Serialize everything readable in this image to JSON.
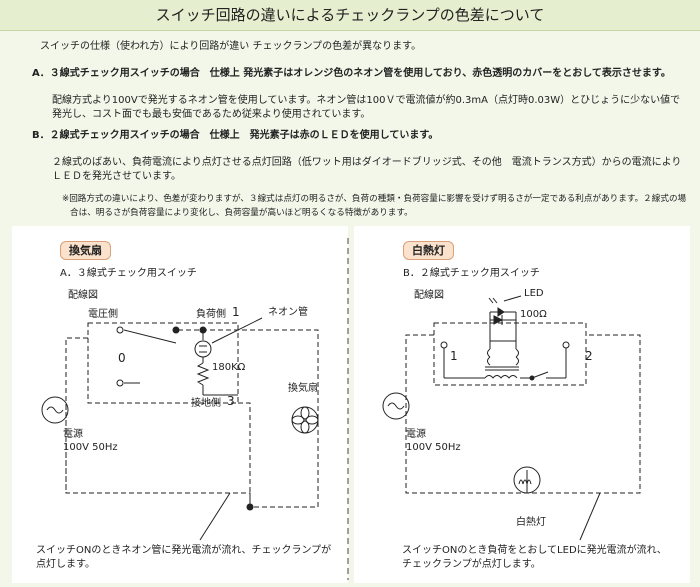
{
  "title": "スイッチ回路の違いによるチェックランプの色差について",
  "intro": "スイッチの仕様（使われ方）により回路が違い チェックランプの色差が異なります。",
  "sectionA": {
    "heading": "A．３線式チェック用スイッチの場合　仕様上 発光素子はオレンジ色のネオン管を使用しており、赤色透明のカバーをとおして表示させます。",
    "line1": "配線方式より100Vで発光するネオン管を使用しています。ネオン管は100Ｖで電流値が約0.3mA（点灯時0.03W）とひじょうに少ない値で",
    "line2": "発光し、コスト面でも最も安価であるため従来より使用されています。"
  },
  "sectionB": {
    "heading": "B．２線式チェック用スイッチの場合　仕様上　発光素子は赤のＬＥＤを使用しています。",
    "line1": "２線式のばあい、負荷電流により点灯させる点灯回路（低ワット用はダイオードブリッジ式、その他　電流トランス方式）からの電流により",
    "line2": "ＬＥＤを発光させています。"
  },
  "note": {
    "line1": "※回路方式の違いにより、色差が変わりますが、３線式は点灯の明るさが、負荷の種類・負荷容量に影響を受けず明るさが一定である利点があります。２線式の場",
    "line2": "合は、明るさが負荷容量により変化し、負荷容量が高いほど明るくなる特徴があります。"
  },
  "left": {
    "tag": "換気扇",
    "subtitle": "A．３線式チェック用スイッチ",
    "wiring": "配線図",
    "voltage_side": "電圧側",
    "load_side": "負荷側",
    "n1": "1",
    "n0": "0",
    "n3": "3",
    "neon": "ネオン管",
    "resistor": "180KΩ",
    "ground_side": "接地側",
    "fan": "換気扇",
    "power": "電源",
    "power_spec": "100V  50Hz",
    "caption1": "スイッチONのときネオン管に発光電流が流れ、チェックランプが",
    "caption2": "点灯します。"
  },
  "right": {
    "tag": "白熱灯",
    "subtitle": "B．２線式チェック用スイッチ",
    "wiring": "配線図",
    "led": "LED",
    "resistor": "100Ω",
    "n1": "1",
    "n2": "2",
    "power": "電源",
    "power_spec": "100V  50Hz",
    "lamp": "白熱灯",
    "caption1": "スイッチONのとき負荷をとおしてLEDに発光電流が流れ、",
    "caption2": "チェックランプが点灯します。"
  }
}
